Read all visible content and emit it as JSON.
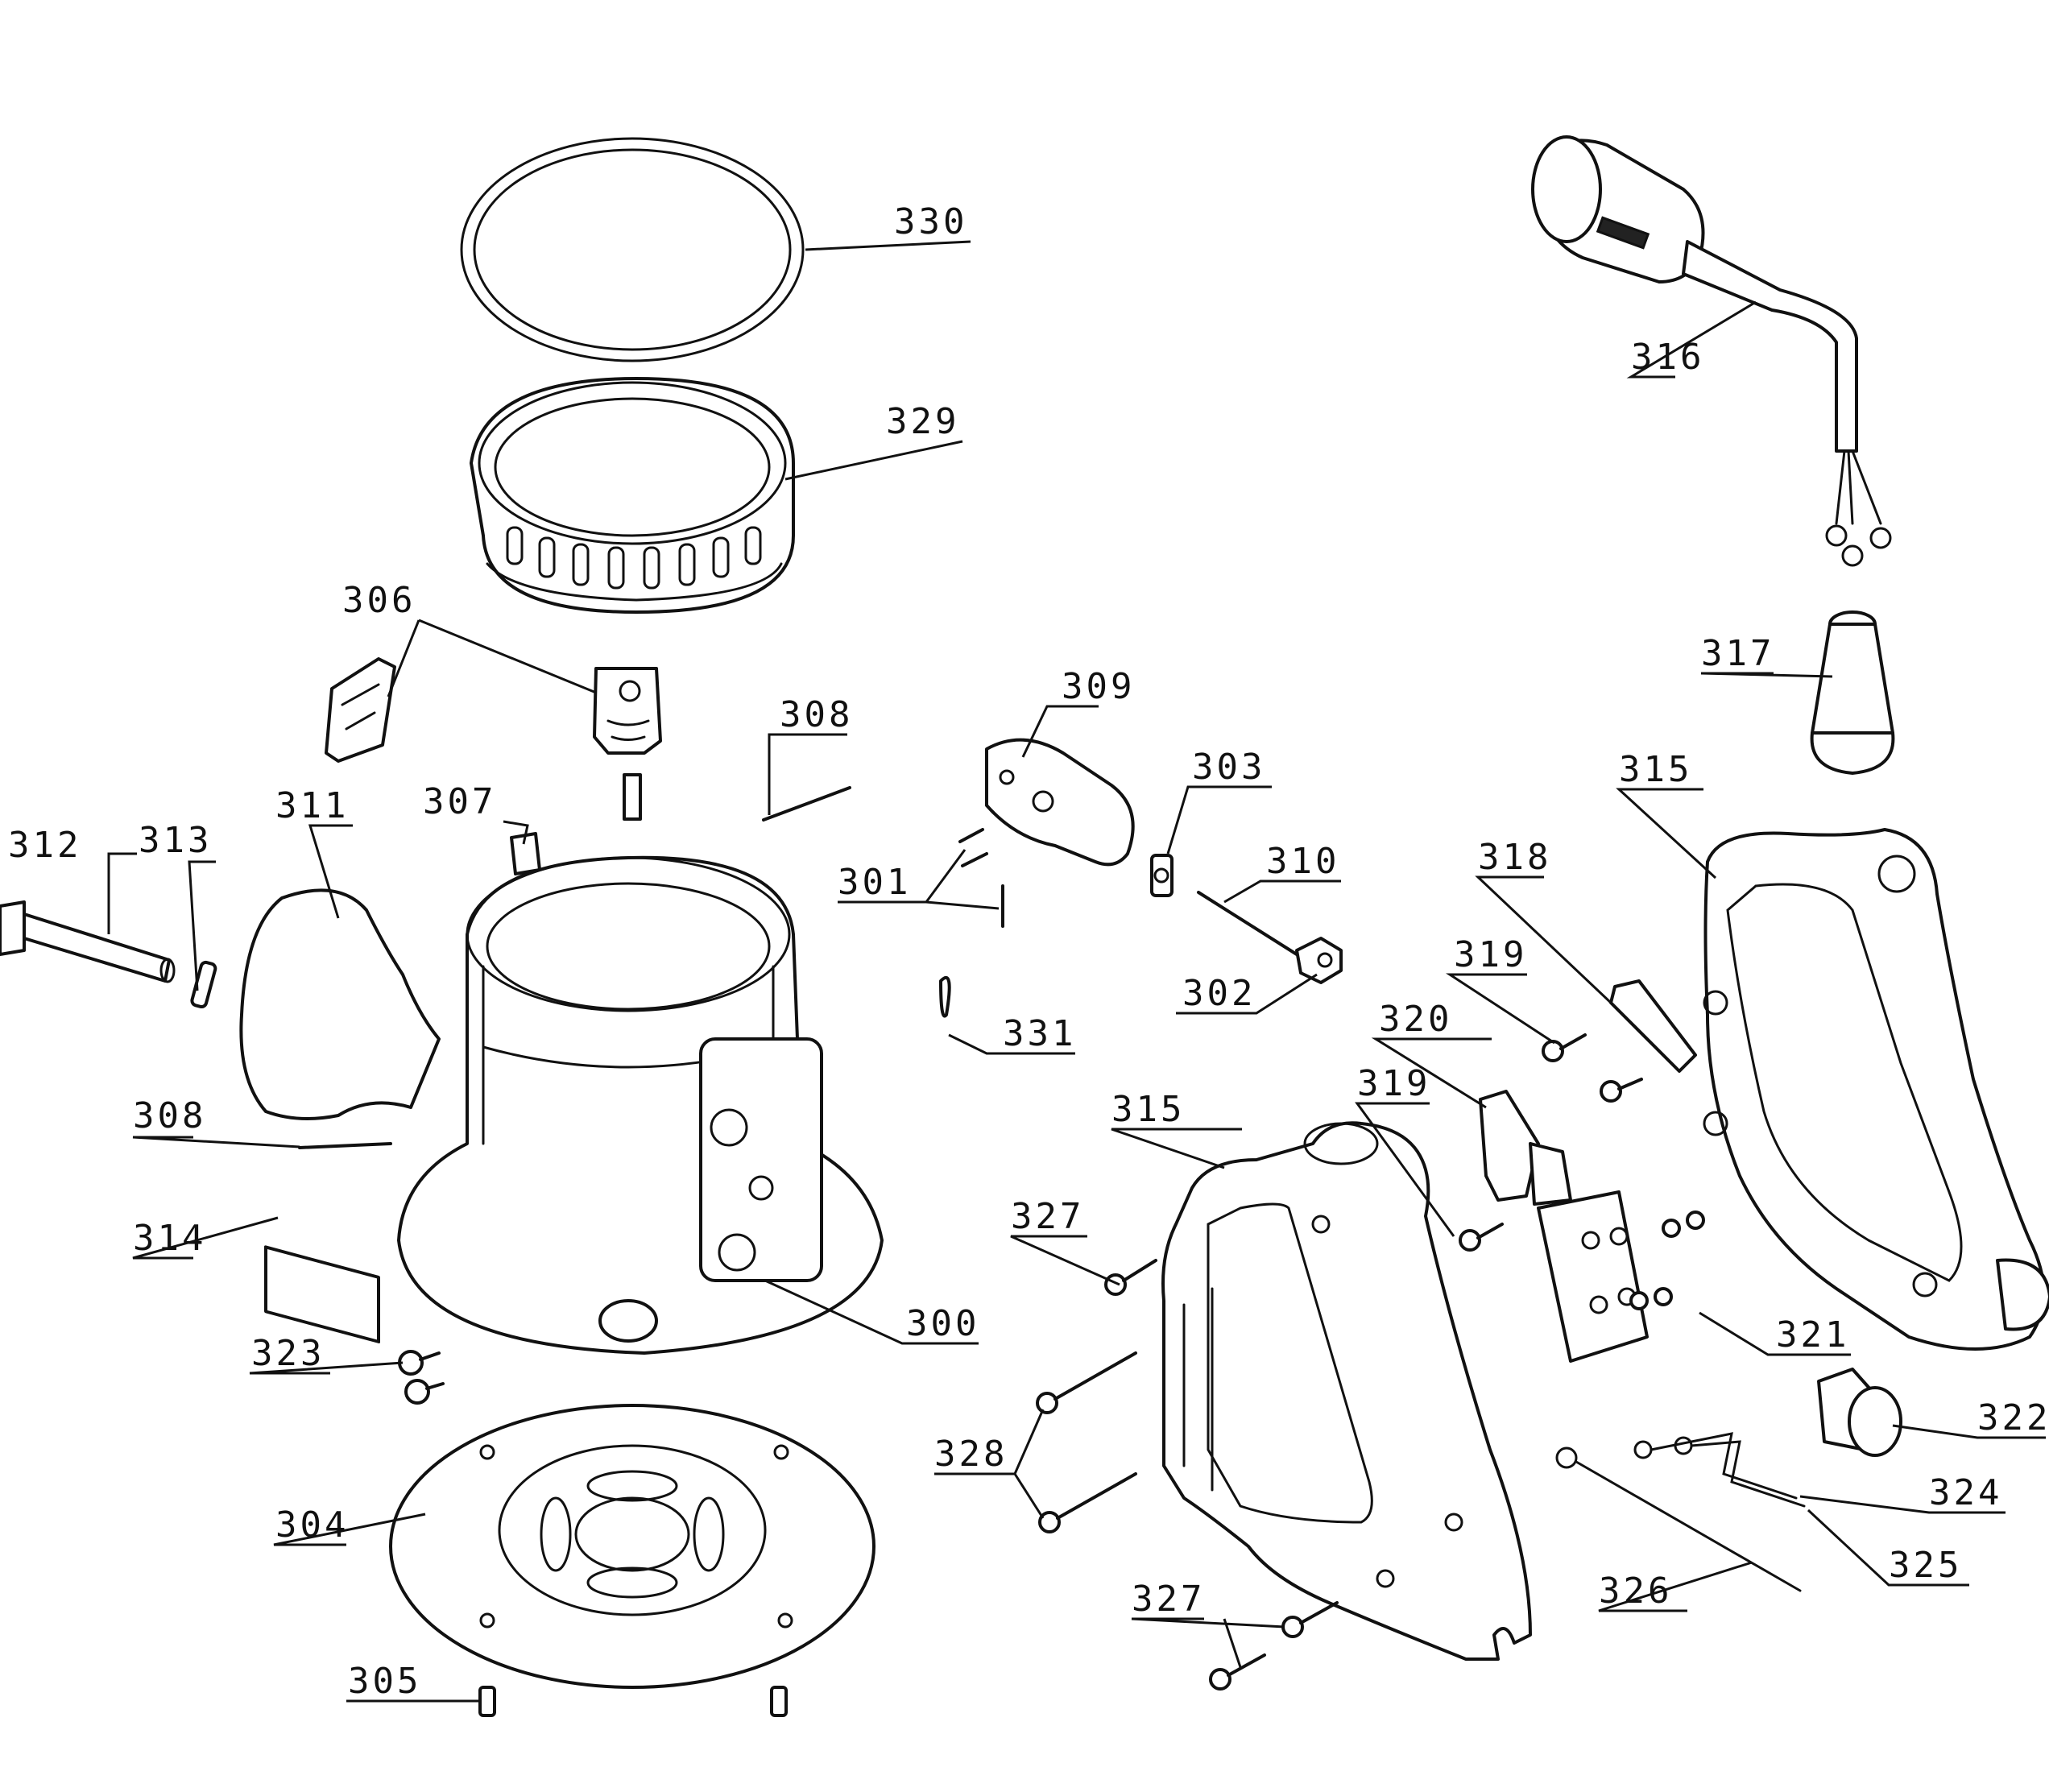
{
  "diagram": {
    "background_color": "#ffffff",
    "line_color": "#111111",
    "callouts": [
      {
        "id": "c300",
        "label": "300"
      },
      {
        "id": "c301",
        "label": "301"
      },
      {
        "id": "c302",
        "label": "302"
      },
      {
        "id": "c303",
        "label": "303"
      },
      {
        "id": "c304",
        "label": "304"
      },
      {
        "id": "c305",
        "label": "305"
      },
      {
        "id": "c306",
        "label": "306"
      },
      {
        "id": "c307",
        "label": "307"
      },
      {
        "id": "c308a",
        "label": "308"
      },
      {
        "id": "c308b",
        "label": "308"
      },
      {
        "id": "c309",
        "label": "309"
      },
      {
        "id": "c310",
        "label": "310"
      },
      {
        "id": "c311",
        "label": "311"
      },
      {
        "id": "c312",
        "label": "312"
      },
      {
        "id": "c313",
        "label": "313"
      },
      {
        "id": "c314",
        "label": "314"
      },
      {
        "id": "c315a",
        "label": "315"
      },
      {
        "id": "c315b",
        "label": "315"
      },
      {
        "id": "c316",
        "label": "316"
      },
      {
        "id": "c317",
        "label": "317"
      },
      {
        "id": "c318",
        "label": "318"
      },
      {
        "id": "c319a",
        "label": "319"
      },
      {
        "id": "c319b",
        "label": "319"
      },
      {
        "id": "c320",
        "label": "320"
      },
      {
        "id": "c321",
        "label": "321"
      },
      {
        "id": "c322",
        "label": "322"
      },
      {
        "id": "c323",
        "label": "323"
      },
      {
        "id": "c324",
        "label": "324"
      },
      {
        "id": "c325",
        "label": "325"
      },
      {
        "id": "c326",
        "label": "326"
      },
      {
        "id": "c327a",
        "label": "327"
      },
      {
        "id": "c327b",
        "label": "327"
      },
      {
        "id": "c328",
        "label": "328"
      },
      {
        "id": "c329",
        "label": "329"
      },
      {
        "id": "c330",
        "label": "330"
      },
      {
        "id": "c331",
        "label": "331"
      }
    ]
  }
}
